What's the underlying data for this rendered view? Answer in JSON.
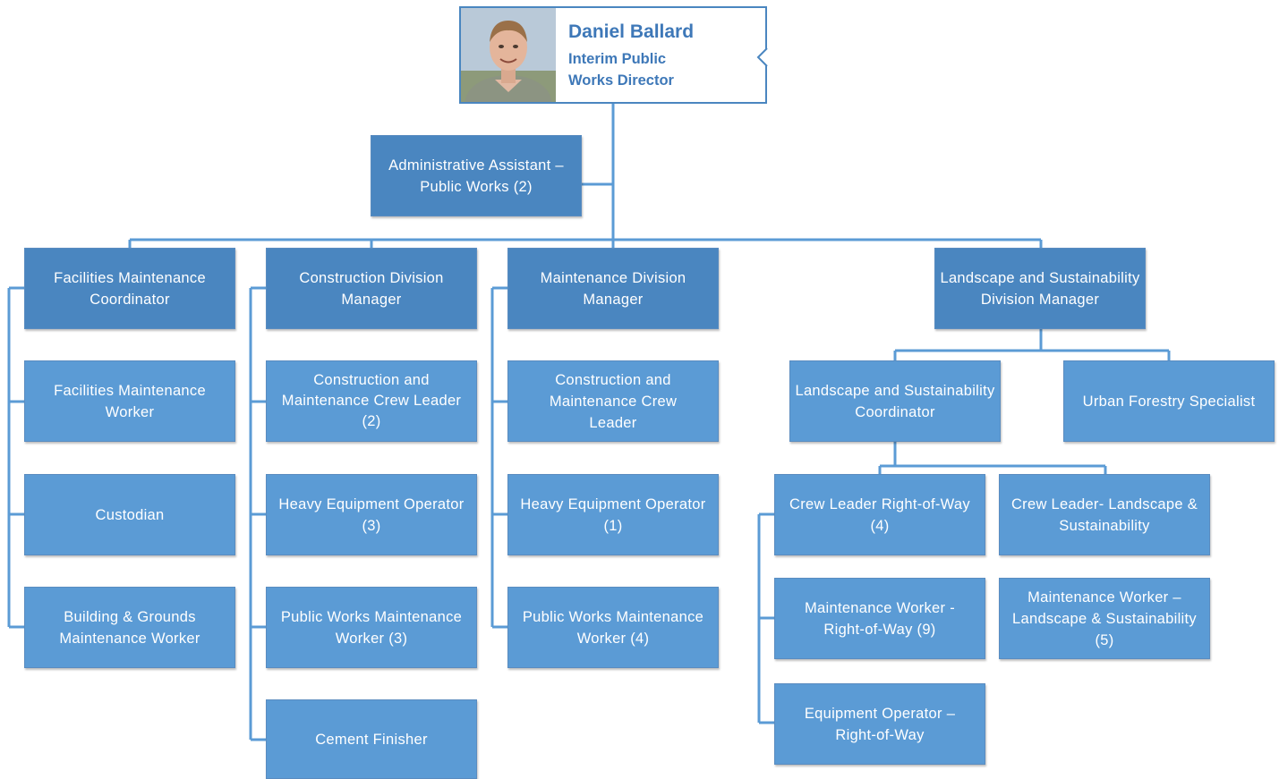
{
  "director": {
    "name": "Daniel Ballard",
    "title": "Interim Public Works Director",
    "photo": "person-photo"
  },
  "colors": {
    "dark_box": "#4a86c0",
    "light_box": "#5b9bd5",
    "line": "#5b9bd5",
    "text": "#ffffff",
    "name_text": "#3e78b8"
  },
  "positions": {
    "admin_assistant": "Administrative Assistant – Public Works (2)",
    "facilities": {
      "manager": "Facilities Maintenance Coordinator",
      "reports": [
        "Facilities Maintenance Worker",
        "Custodian",
        "Building & Grounds Maintenance Worker"
      ]
    },
    "construction": {
      "manager": "Construction Division Manager",
      "reports": [
        "Construction and Maintenance Crew Leader (2)",
        "Heavy Equipment Operator (3)",
        "Public Works Maintenance Worker (3)",
        "Cement Finisher"
      ]
    },
    "maintenance": {
      "manager": "Maintenance Division Manager",
      "reports": [
        "Construction and Maintenance Crew Leader",
        "Heavy Equipment Operator (1)",
        "Public Works Maintenance Worker (4)"
      ]
    },
    "landscape": {
      "manager": "Landscape and Sustainability Division Manager",
      "coordinator": "Landscape and Sustainability Coordinator",
      "urban_forestry": "Urban Forestry Specialist",
      "row_crew_leader": "Crew Leader Right-of-Way (4)",
      "row_reports": [
        "Maintenance Worker - Right-of-Way (9)",
        "Equipment Operator – Right-of-Way"
      ],
      "ls_crew_leader": "Crew Leader- Landscape & Sustainability",
      "ls_reports": [
        "Maintenance Worker – Landscape & Sustainability (5)"
      ]
    }
  }
}
